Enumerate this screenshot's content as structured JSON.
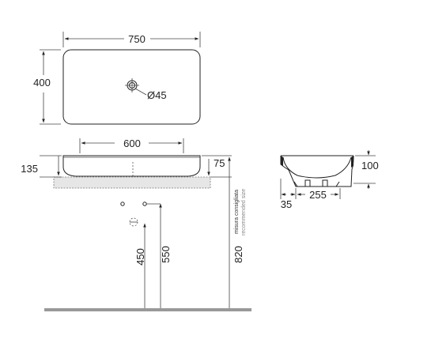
{
  "top_view": {
    "width_label": "750",
    "depth_label": "400",
    "hole_label": "Ø45"
  },
  "front_view": {
    "inner_width_label": "600",
    "height_label": "135",
    "rim_label": "75",
    "height_450_label": "450",
    "height_550_label": "550",
    "height_820_label": "820",
    "note_it": "misura consigliata",
    "note_en": "recommended size"
  },
  "section_view": {
    "height_label": "100",
    "base_label": "255",
    "offset_label": "35"
  },
  "colors": {
    "line": "#222222",
    "floor": "#999999",
    "counter": "#e6e6e6"
  }
}
